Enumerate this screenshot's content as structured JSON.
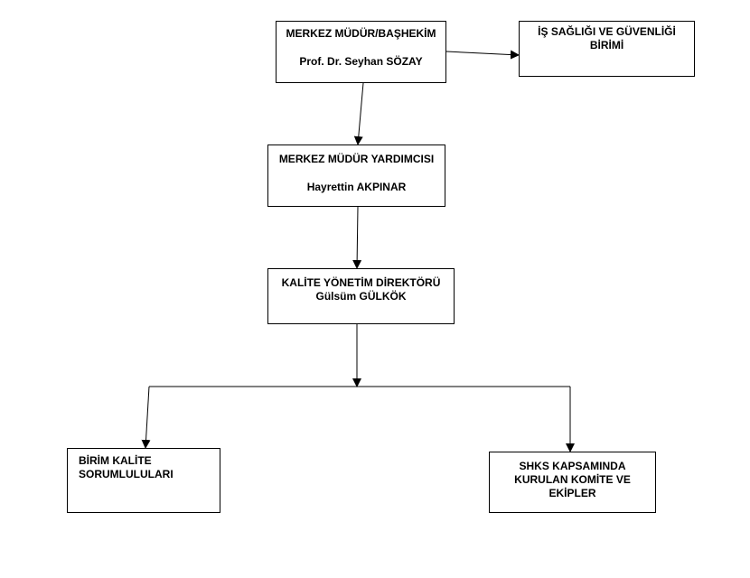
{
  "boxes": {
    "director": {
      "title": "MERKEZ MÜDÜR/BAŞHEKİM",
      "name": "Prof. Dr. Seyhan SÖZAY"
    },
    "ohs_unit": {
      "lines": [
        "İŞ SAĞLIĞI VE GÜVENLİĞİ",
        "BİRİMİ"
      ]
    },
    "deputy": {
      "title": "MERKEZ MÜDÜR YARDIMCISI",
      "name": "Hayrettin AKPINAR"
    },
    "quality_director": {
      "title": "KALİTE YÖNETİM DİREKTÖRÜ",
      "name": "Gülsüm GÜLKÖK"
    },
    "unit_quality": {
      "lines": [
        "BİRİM KALİTE",
        "SORUMLULULARI"
      ]
    },
    "shks_committees": {
      "lines": [
        "SHKS KAPSAMINDA",
        "KURULAN KOMİTE VE",
        "EKİPLER"
      ]
    }
  },
  "colors": {
    "line": "#000000",
    "box_border": "#000000",
    "text": "#000000"
  }
}
